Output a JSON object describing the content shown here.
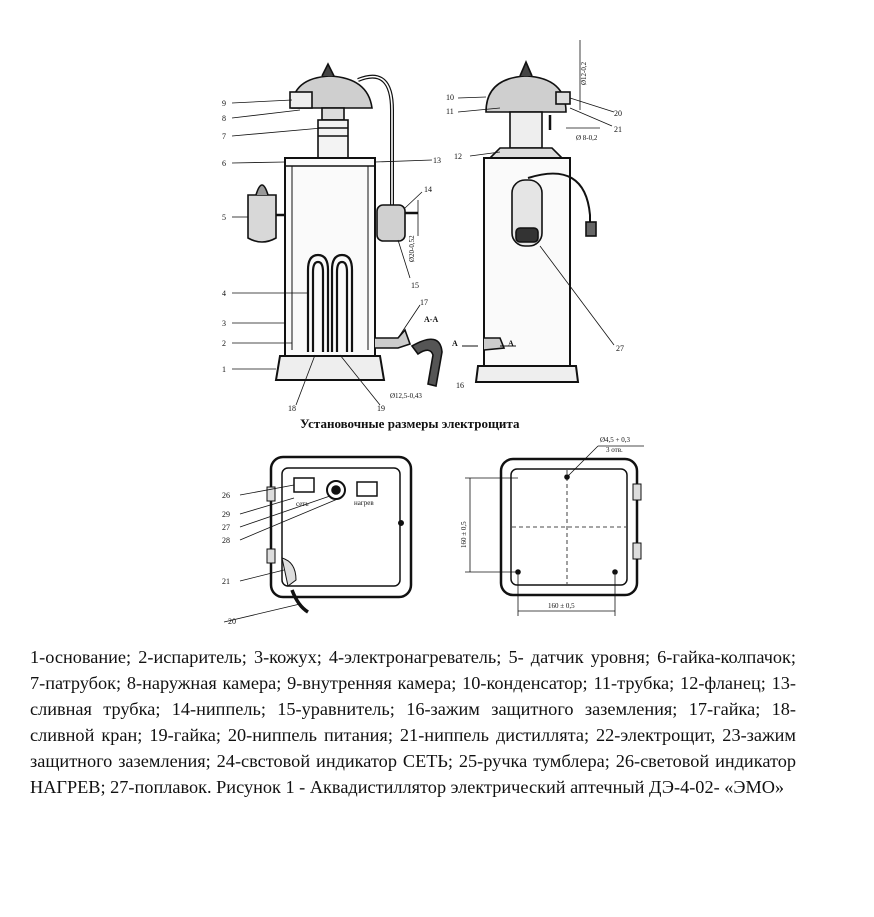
{
  "figure": {
    "title": "Установочные размеры электрощита",
    "side_view_labels": [
      "9",
      "8",
      "7",
      "6",
      "5",
      "4",
      "3",
      "2",
      "1",
      "13",
      "14",
      "15",
      "17",
      "16",
      "18",
      "19"
    ],
    "front_view_labels": [
      "10",
      "11",
      "12",
      "20",
      "21",
      "27"
    ],
    "section_labels": [
      "А-А",
      "А",
      "А"
    ],
    "panel_labels": [
      "26",
      "29",
      "27",
      "28",
      "21",
      "20"
    ],
    "panel_switch_labels": [
      "сеть",
      "нагрев"
    ],
    "dimensions": {
      "d12": "Ø12-0,2",
      "d8": "Ø 8-0,2",
      "d20": "Ø20-0,52",
      "d12_5": "Ø12,5-0,43",
      "holes": "Ø4,5 + 0,3",
      "holes_count": "3 отв.",
      "width": "160 ± 0,5",
      "height": "160 ± 0,5"
    }
  },
  "caption": {
    "text": "1-основание; 2-испаритель; 3-кожух; 4-электронагреватель; 5- датчик уровня; 6-гайка-колпачок; 7-патрубок; 8-наружная камера; 9-внутренняя камера; 10-конденсатор; 11-трубка; 12-фланец; 13- сливная трубка; 14-ниппель; 15-уравнитель; 16-зажим защитного заземления; 17-гайка; 18-сливной кран; 19-гайка; 20-ниппель питания; 21-ниппель дистиллята; 22-электрощит, 23-зажим защитного заземления; 24-свстовой индикатор СЕТЬ; 25-ручка тумблера; 26-световой индикатор НАГРЕВ; 27-поплавок. Рисунок 1 - Аквадистиллятор электрический аптечный ДЭ-4-02- «ЭМО»"
  }
}
